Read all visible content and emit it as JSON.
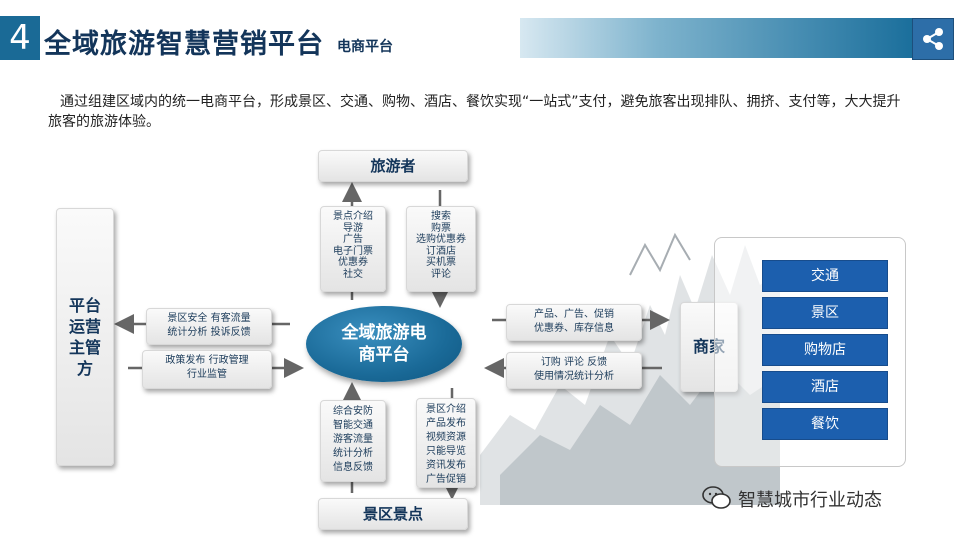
{
  "header": {
    "number": "4",
    "title": "全域旅游智慧营销平台",
    "subtitle": "电商平台"
  },
  "intro": "通过组建区域内的统一电商平台，形成景区、交通、购物、酒店、餐饮实现“一站式”支付，避免旅客出现排队、拥挤、支付等，大大提升旅客的旅游体验。",
  "diagram": {
    "center": "全域旅游电商平台",
    "tourist": "旅游者",
    "scenic": "景区景点",
    "merchant": "商家",
    "operator": "平台运营主管方",
    "up_left": [
      "景点介绍",
      "导游",
      "广告",
      "电子门票",
      "优惠券",
      "社交"
    ],
    "up_right": [
      "搜索",
      "购票",
      "选购优惠券",
      "订酒店",
      "买机票",
      "评论"
    ],
    "down_left": [
      "综合安防",
      "智能交通",
      "游客流量",
      "统计分析",
      "信息反馈"
    ],
    "down_right": [
      "景区介绍",
      "产品发布",
      "视频资源",
      "只能导览",
      "资讯发布",
      "广告促销"
    ],
    "left_top": [
      "景区安全 有客流量",
      "统计分析 投诉反馈"
    ],
    "left_bottom": [
      "政策发布 行政管理",
      "行业监管"
    ],
    "right_top": [
      "产品、广告、促销",
      "优惠券、库存信息"
    ],
    "right_bottom": [
      "订购 评论 反馈",
      "使用情况统计分析"
    ],
    "merchant_types": [
      "交通",
      "景区",
      "购物店",
      "酒店",
      "餐饮"
    ]
  },
  "footer": "智慧城市行业动态",
  "icons": [
    "share-icon",
    "wechat-icon"
  ],
  "colors": {
    "accent": "#1a6a96",
    "merchant_button": "#1c5fae"
  }
}
